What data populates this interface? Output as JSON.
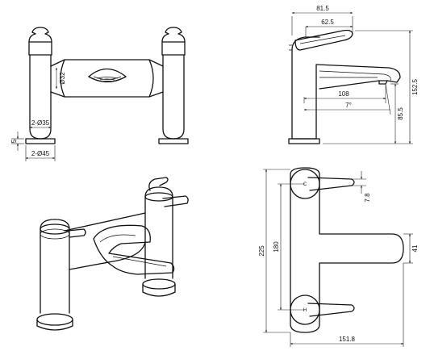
{
  "front_view": {
    "dim_outlet_diameter": "Ø32",
    "dim_pillar_diameter": "2-Ø35",
    "dim_base_height": "5",
    "dim_base_diameter": "2-Ø45"
  },
  "side_view": {
    "dim_total_depth": "81.5",
    "dim_lever_depth": "62.5",
    "dim_spout_reach": "108",
    "dim_spout_angle": "7°",
    "dim_total_height": "152.5",
    "dim_spout_height": "85.5"
  },
  "top_view": {
    "dim_total_width": "225",
    "dim_centres": "180",
    "dim_lever_offset": "7.8",
    "dim_spout_width": "41",
    "dim_overall_depth": "151.8",
    "cold_marker": "C",
    "hot_marker": "H"
  }
}
